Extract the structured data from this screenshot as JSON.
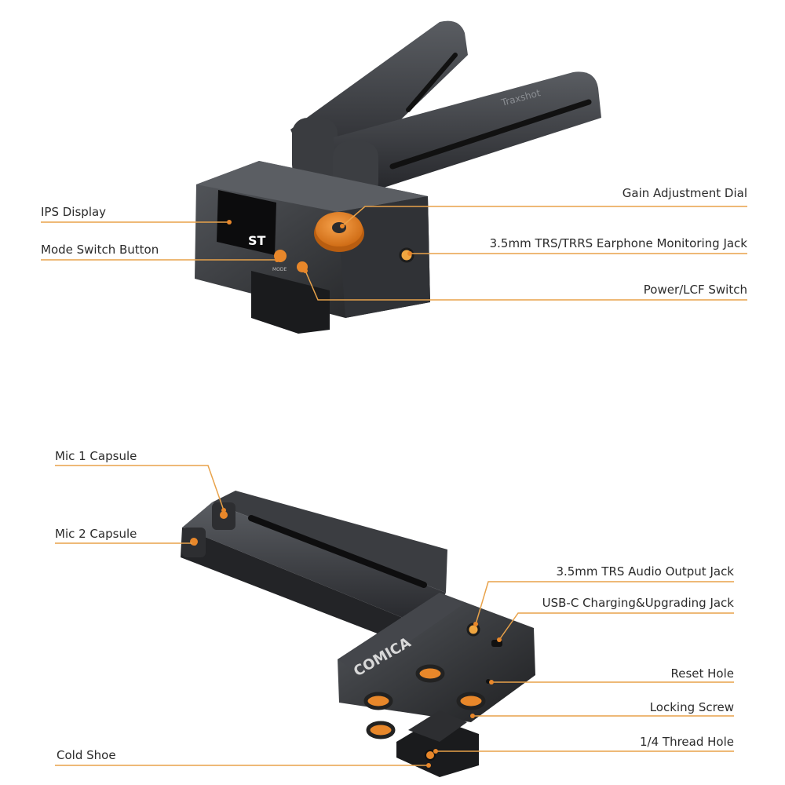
{
  "colors": {
    "body": "#2a2b2d",
    "body_light": "#4a4c50",
    "accent": "#e8872a",
    "leader": "#e8a24a"
  },
  "labels": {
    "ips_display": "IPS Display",
    "mode_switch": "Mode Switch Button",
    "gain_dial": "Gain Adjustment Dial",
    "earphone_jack": "3.5mm TRS/TRRS Earphone Monitoring Jack",
    "power_switch": "Power/LCF Switch",
    "mic1": "Mic 1 Capsule",
    "mic2": "Mic 2 Capsule",
    "audio_out": "3.5mm TRS Audio Output Jack",
    "usbc": "USB-C Charging&Upgrading Jack",
    "reset": "Reset Hole",
    "locking_screw": "Locking Screw",
    "thread_hole": "1/4 Thread Hole",
    "cold_shoe": "Cold Shoe"
  },
  "device": {
    "arm_brand": "Traxshot",
    "screen_mode": "ST",
    "mode_label": "MODE",
    "logo": "COMICA"
  }
}
